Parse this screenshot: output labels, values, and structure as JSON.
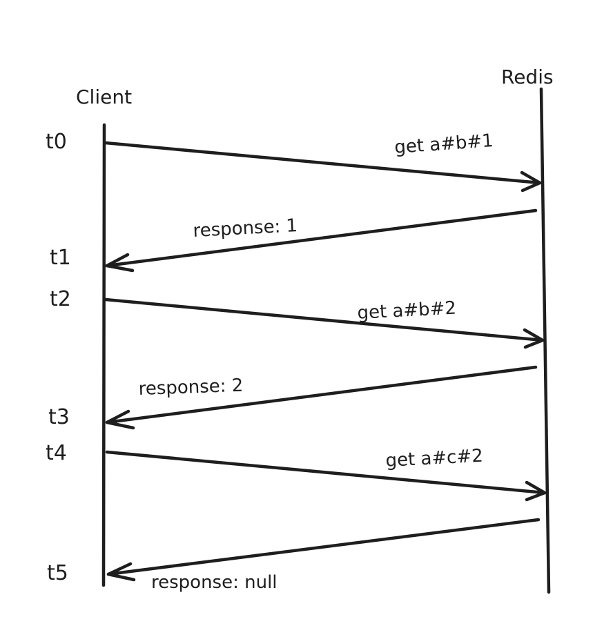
{
  "actors": {
    "client": "Client",
    "redis": "Redis"
  },
  "times": [
    "t0",
    "t1",
    "t2",
    "t3",
    "t4",
    "t5"
  ],
  "messages": [
    {
      "direction": "client-to-redis",
      "label": "get a#b#1"
    },
    {
      "direction": "redis-to-client",
      "label": "response: 1"
    },
    {
      "direction": "client-to-redis",
      "label": "get a#b#2"
    },
    {
      "direction": "redis-to-client",
      "label": "response: 2"
    },
    {
      "direction": "client-to-redis",
      "label": "get a#c#2"
    },
    {
      "direction": "redis-to-client",
      "label": "response: null"
    }
  ],
  "colors": {
    "ink": "#1e1e1e",
    "background": "#ffffff"
  }
}
